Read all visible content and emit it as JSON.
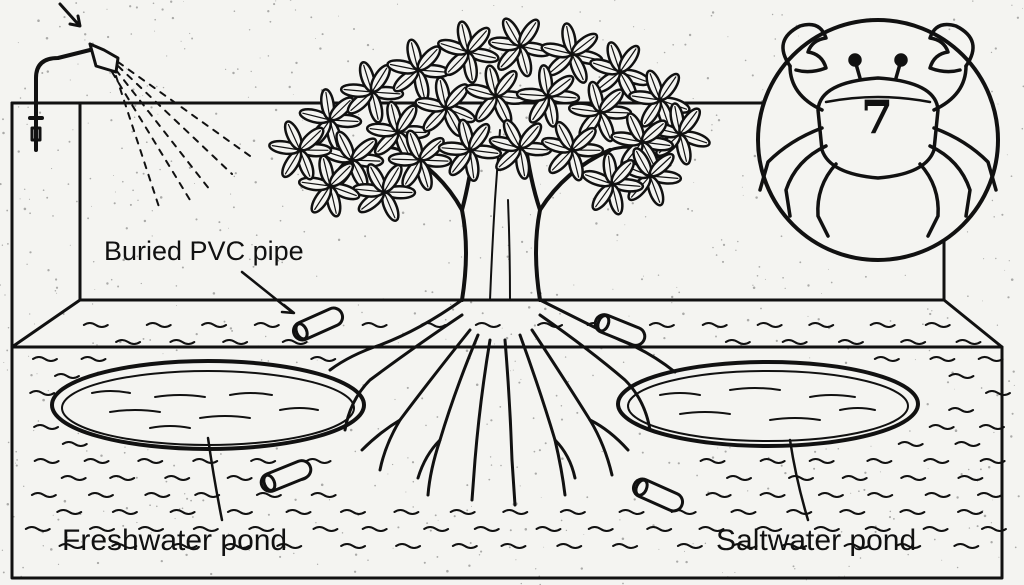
{
  "labels": {
    "pipe": "Buried PVC pipe",
    "freshwater": "Freshwater pond",
    "saltwater": "Saltwater pond"
  },
  "badge": {
    "number": "7",
    "icon": "crab-icon"
  },
  "icons": [
    "shower-head-icon",
    "tree-icon",
    "crab-icon",
    "pipe-icon"
  ],
  "colors": {
    "ink": "#111111",
    "paper": "#f4f4f1"
  }
}
